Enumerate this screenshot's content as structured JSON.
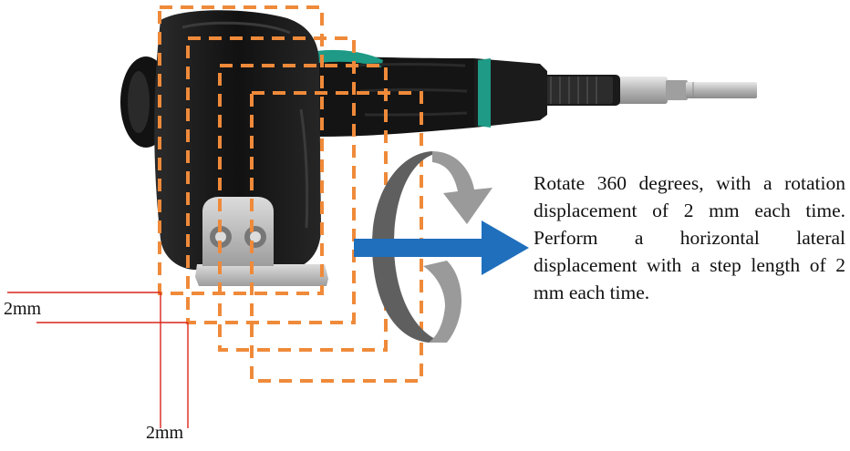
{
  "annotation": {
    "text": "Rotate 360 degrees, with a rotation displacement of 2 mm each time. Perform a horizontal lateral displacement with a step length of 2 mm each time."
  },
  "dimensions": {
    "horizontal_step_label": "2mm",
    "vertical_step_label": "2mm"
  },
  "colors": {
    "dashed_outline": "#ef8a3a",
    "dimension_line": "#d9261c",
    "translation_arrow": "#1f6fbd",
    "rotation_arrow": "#9a9a9a",
    "tool_handle": "#151515",
    "tool_grip_accent": "#1e9a86",
    "tool_plate": "#c9c9c9",
    "tool_bit": "#bdbdbd"
  },
  "icons": {
    "translation": "right-arrow-icon",
    "rotation": "rotation-arrow-icon"
  }
}
